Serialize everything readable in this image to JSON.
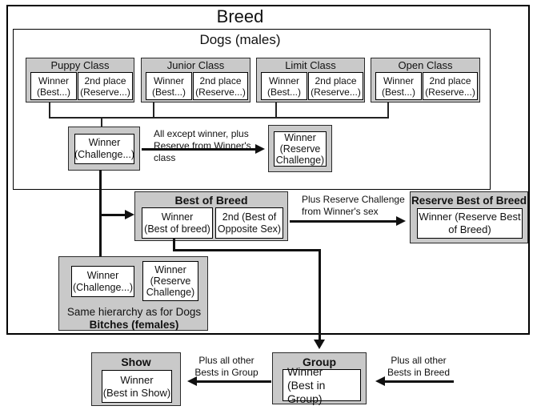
{
  "colors": {
    "box_gray": "#c9c9c9",
    "line_black": "#111111",
    "background": "#ffffff"
  },
  "breed": {
    "title": "Breed",
    "dogs": {
      "title": "Dogs (males)",
      "classes": [
        {
          "name": "Puppy Class",
          "winner": "Winner\n(Best...)",
          "second": "2nd place\n(Reserve...)"
        },
        {
          "name": "Junior Class",
          "winner": "Winner\n(Best...)",
          "second": "2nd place\n(Reserve...)"
        },
        {
          "name": "Limit Class",
          "winner": "Winner\n(Best...)",
          "second": "2nd place\n(Reserve...)"
        },
        {
          "name": "Open Class",
          "winner": "Winner\n(Best...)",
          "second": "2nd place\n(Reserve...)"
        }
      ],
      "challenge_winner": "Winner\n(Challenge...)",
      "challenge_arrow_label": "All except winner, plus\nReserve from Winner's class",
      "reserve_challenge": "Winner\n(Reserve\nChallenge)"
    },
    "bitches": {
      "challenge_winner": "Winner\n(Challenge...)",
      "reserve_challenge": "Winner\n(Reserve\nChallenge)",
      "note": "Same hierarchy as for Dogs",
      "title": "Bitches (females)"
    },
    "best_of_breed": {
      "title": "Best of Breed",
      "winner": "Winner\n(Best of breed)",
      "second": "2nd (Best of\nOpposite Sex)",
      "arrow_label": "Plus Reserve Challenge\nfrom Winner's sex"
    },
    "reserve_best_of_breed": {
      "title": "Reserve Best of Breed",
      "winner": "Winner (Reserve Best\nof Breed)"
    }
  },
  "group": {
    "title": "Group",
    "winner": "Winner\n(Best in Group)",
    "arrow_label": "Plus all other\nBests in Breed"
  },
  "show": {
    "title": "Show",
    "winner": "Winner\n(Best in Show)",
    "arrow_label": "Plus all other\nBests in Group"
  }
}
